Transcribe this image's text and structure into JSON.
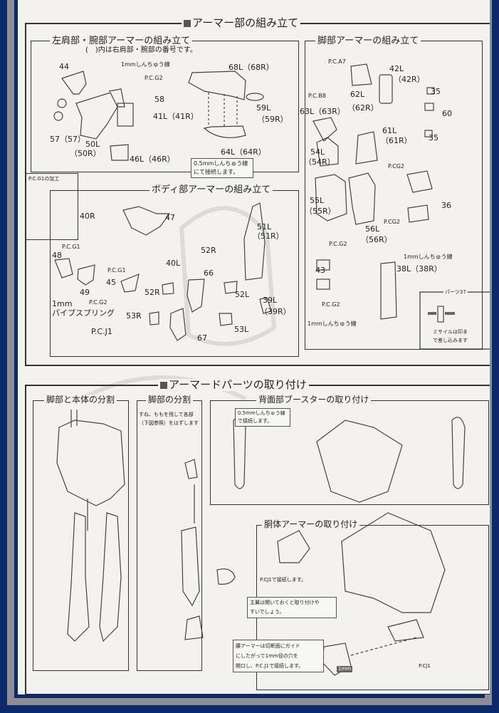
{
  "colors": {
    "frame": "#0b2a6c",
    "band": "#8e8e92",
    "paper": "#f3f2ee"
  },
  "armor_assembly": {
    "title": "アーマー部の組み立て",
    "shoulder_arm": {
      "title": "左肩部・腕部アーマーの組み立て",
      "subtitle": "(　)内は右肩部・腕部の番号です。",
      "labels": {
        "p44": "44",
        "wire1mm": "1mmしんちゅう線",
        "pcg2": "P.C.G2",
        "p58": "58",
        "p41": "41L（41R）",
        "p57": "57（57）",
        "p50l": "50L",
        "p50r": "（50R）",
        "p46": "46L（46R）",
        "p68": "68L（68R）",
        "p59l": "59L",
        "p59r": "（59R）",
        "p64": "64L（64R）"
      },
      "note": [
        "0.5mmしんちゅう線",
        "にて接続します。"
      ]
    },
    "pcg1_box": {
      "title": "P.C.G1の加工"
    },
    "body": {
      "title": "ボディ部アーマーの組み立て",
      "labels": {
        "p40r": "40R",
        "p47": "47",
        "p51l": "51L",
        "p51r": "（51R）",
        "pcg1a": "P.C.G1",
        "p48": "48",
        "p40l": "40L",
        "pcg1b": "P.C.G1",
        "p52r_a": "52R",
        "p66": "66",
        "p45": "45",
        "p49": "49",
        "p52r_b": "52R",
        "p52l": "52L",
        "pcg2": "P.C.G2",
        "mm1": "1mm",
        "spring": "パイプスプリング",
        "p39l": "39L",
        "p39r": "（39R）",
        "p53r": "53R",
        "p53l": "53L",
        "pcj1": "P.C.J1",
        "p67": "67"
      }
    },
    "leg": {
      "title": "脚部アーマーの組み立て",
      "labels": {
        "pca7": "P.C.A7",
        "p42l": "42L",
        "p42r": "（42R）",
        "p62l": "62L",
        "p62r": "（62R）",
        "pcb8": "P.C.B8",
        "p63": "63L（63R）",
        "p35a": "35",
        "p60": "60",
        "p35b": "35",
        "p61l": "61L",
        "p61r": "（61R）",
        "p54l": "54L",
        "p54r": "（54R）",
        "pcg2a": "P.CG2",
        "p55l": "55L",
        "p55r": "（55R）",
        "p36": "36",
        "pcg2b": "P.CG2",
        "p56l": "56L",
        "p56r": "（56R）",
        "wire_a": "1mmしんちゅう線",
        "pcg2c": "P.C.G2",
        "p43": "43",
        "p38": "38L（38R）",
        "pcg2d": "P.C.G2",
        "wire_b": "1mmしんちゅう線"
      },
      "parts37": {
        "title": "パーツ37",
        "note": [
          "ミサイルは印ま",
          "で差し込みます"
        ]
      }
    }
  },
  "armored_parts": {
    "title": "アーマードパーツの取り付け",
    "leg_body_split": {
      "title": "脚部と本体の分割"
    },
    "leg_split": {
      "title": "脚部の分割",
      "note": [
        "すね、ももを残して各部",
        "（下図参照）をはずします"
      ]
    },
    "booster": {
      "title": "背面部ブースターの取り付け",
      "note": [
        "0.5mmしんちゅう線",
        "で接続します。"
      ]
    },
    "torso": {
      "title": "胴体アーマーの取り付け",
      "pcj1_note": "P.CJ1で接続します。",
      "wing_note": [
        "主翼は開いておくと取り付けや",
        "すいでしょう。"
      ],
      "waist_note": [
        "腰アーマーは切断面にガイド",
        "にしたがって1mm径の穴を",
        "開口し、P.C.J1で接続します。"
      ],
      "pcj1": "P.CJ1",
      "mm": "1mm"
    }
  }
}
